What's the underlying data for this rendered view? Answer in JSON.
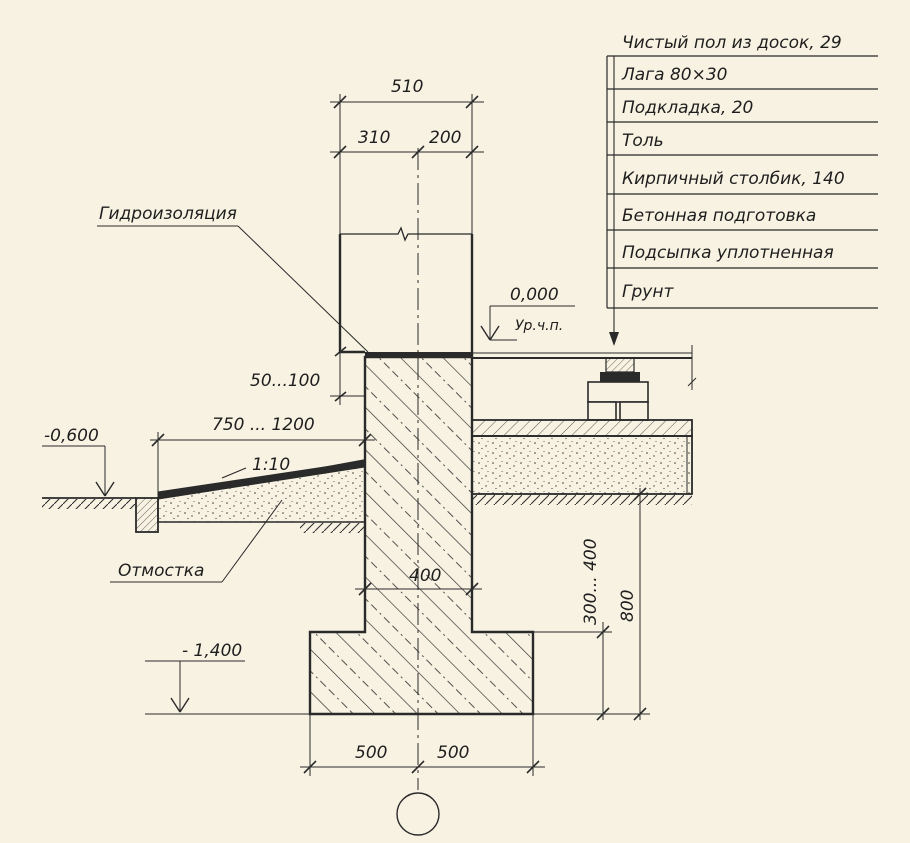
{
  "layers": [
    "Чистый пол из досок, 29",
    "Лага 80×30",
    "Подкладка, 20",
    "Толь",
    "Кирпичный столбик, 140",
    "Бетонная подготовка",
    "Подсыпка уплотненная",
    "Грунт"
  ],
  "dimensions": {
    "wall_total": "510",
    "wall_left": "310",
    "wall_right": "200",
    "damp_gap": "50...100",
    "apron_width": "750 ... 1200",
    "slope": "1:10",
    "wall_thickness": "400",
    "depth_range": "300... 400",
    "depth_total": "800",
    "footing_left": "500",
    "footing_right": "500"
  },
  "levels": {
    "floor": "0,000",
    "floor_label": "Ур.ч.п.",
    "ground": "-0,600",
    "footing": "- 1,400"
  },
  "callouts": {
    "waterproofing": "Гидроизоляция",
    "apron": "Отмостка"
  },
  "colors": {
    "paper": "#f7f2e2",
    "ink": "#2a2a2a"
  }
}
